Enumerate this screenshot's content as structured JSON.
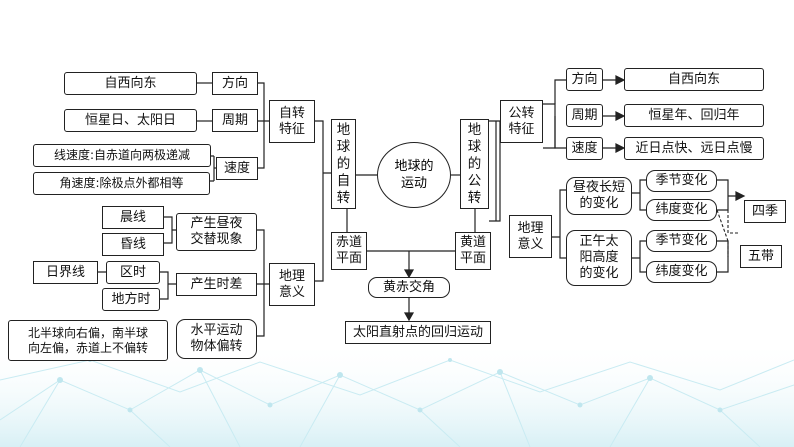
{
  "center": "地球的\n运动",
  "rotation": {
    "title": "地\n球\n的\n自\n转",
    "features": {
      "title": "自转\n特征",
      "direction": {
        "label": "方向",
        "value": "自西向东"
      },
      "period": {
        "label": "周期",
        "value": "恒星日、太阳日"
      },
      "speed": {
        "label": "速度",
        "linear": "线速度:自赤道向两极递减",
        "angular": "角速度:除极点外都相等"
      }
    },
    "meaning": {
      "title": "地理\n意义",
      "daynight": {
        "label": "产生昼夜\n交替现象",
        "dawn": "晨线",
        "dusk": "昏线"
      },
      "time": {
        "label": "产生时差",
        "local": "区时",
        "localtime": "地方时",
        "dateline": "日界线"
      },
      "deflect": {
        "label": "水平运动\n物体偏转",
        "rule": "北半球向右偏，南半球\n向左偏，赤道上不偏转"
      }
    },
    "plane": "赤道\n平面"
  },
  "revolution": {
    "title": "地\n球\n的\n公\n转",
    "features": {
      "title": "公转\n特征",
      "direction": {
        "label": "方向",
        "value": "自西向东"
      },
      "period": {
        "label": "周期",
        "value": "恒星年、回归年"
      },
      "speed": {
        "label": "速度",
        "value": "近日点快、远日点慢"
      }
    },
    "meaning": {
      "title": "地理\n意义",
      "daylength": {
        "label": "昼夜长短\n的变化",
        "season": "季节变化",
        "latitude": "纬度变化"
      },
      "noon": {
        "label": "正午太\n阳高度\n的变化",
        "season": "季节变化",
        "latitude": "纬度变化"
      },
      "four_seasons": "四季",
      "five_zones": "五带"
    },
    "plane": "黄道\n平面"
  },
  "obliquity": "黄赤交角",
  "sun_motion": "太阳直射点的回归运动",
  "colors": {
    "line": "#222222",
    "decor": "#bfe6ee"
  }
}
